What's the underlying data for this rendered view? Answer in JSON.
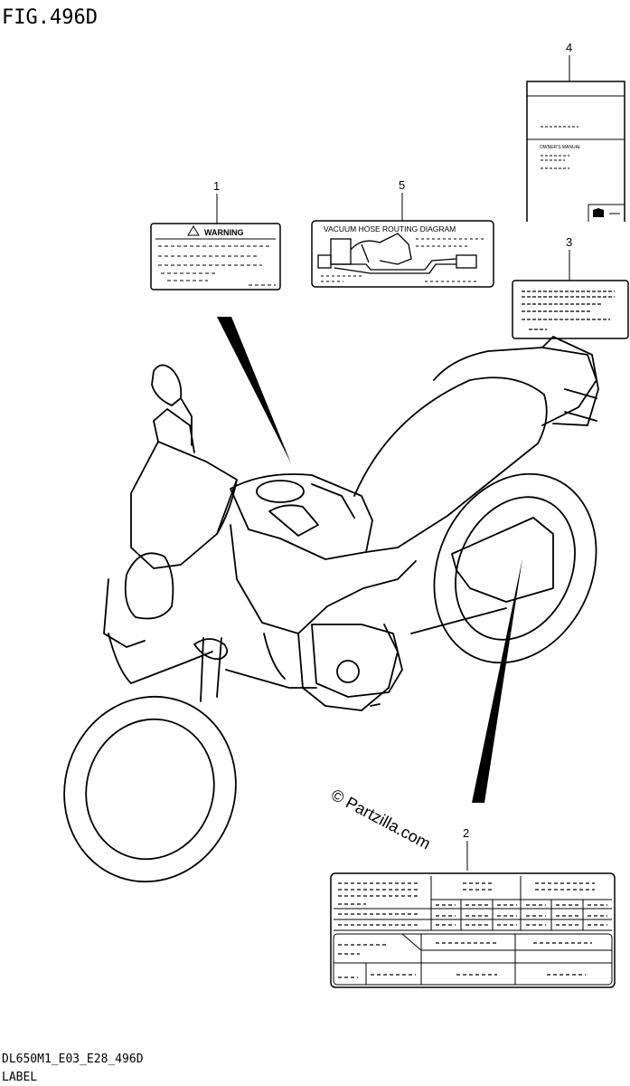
{
  "figure": {
    "title": "FIG.496D"
  },
  "footer": {
    "code": "DL650M1_E03_E28_496D",
    "name": "LABEL"
  },
  "watermark": "© Partzilla.com",
  "callouts": {
    "c1": "1",
    "c2": "2",
    "c3": "3",
    "c4": "4",
    "c5": "5"
  },
  "labels": {
    "warning": "WARNING",
    "vacuum": "VACUUM HOSE ROUTING DIAGRAM",
    "owners_manual": "OWNER'S MANUAL"
  }
}
